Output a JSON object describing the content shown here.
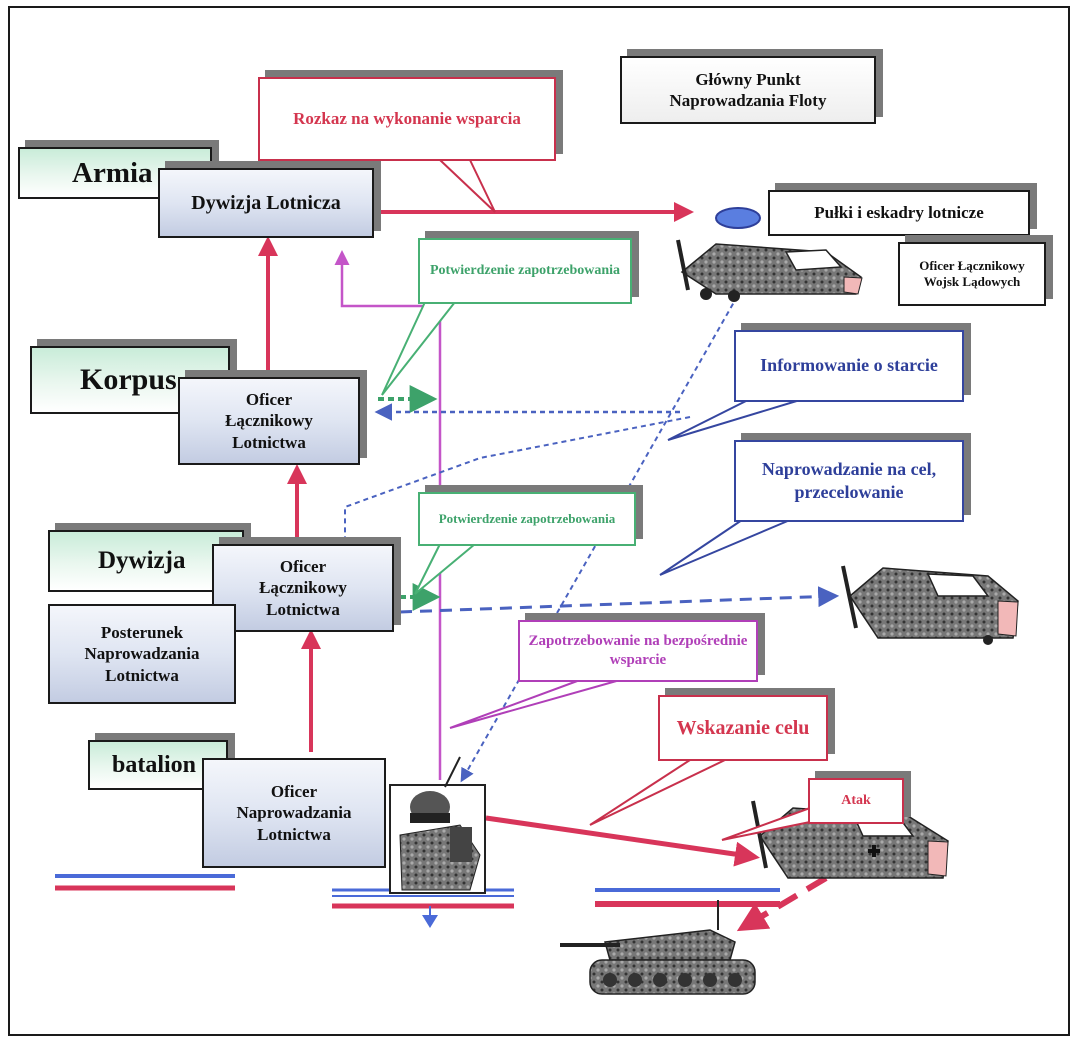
{
  "boxes": {
    "armia": "Armia",
    "dywizja_lotnicza": "Dywizja Lotnicza",
    "korpus": "Korpus",
    "oficer_lacznikowy_korpus": "Oficer Łącznikowy Lotnictwa",
    "dywizja": "Dywizja",
    "oficer_lacznikowy_dywizja": "Oficer Łącznikowy Lotnictwa",
    "posterunek": "Posterunek Naprowadzania Lotnictwa",
    "batalion": "batalion",
    "oficer_naprowadzania": "Oficer Naprowadzania Lotnictwa",
    "glowny_punkt": "Główny Punkt Naprowadzania Floty",
    "pulki": "Pułki i eskadry lotnicze",
    "oficer_wojsk_ladowych": "Oficer Łącznikowy Wojsk Lądowych"
  },
  "callouts": {
    "rozkaz": "Rozkaz na wykonanie wsparcia",
    "potwierdzenie_1": "Potwierdzenie zapotrzebowania",
    "potwierdzenie_2": "Potwierdzenie zapotrzebowania",
    "informowanie": "Informowanie o starcie",
    "naprowadzanie": "Naprowadzanie na cel, przecelowanie",
    "zapotrzebowanie": "Zapotrzebowanie na bezpośrednie wsparcie",
    "wskazanie": "Wskazanie celu",
    "atak": "Atak"
  },
  "colors": {
    "command_red": "#d8355a",
    "request_pink": "#c455c8",
    "confirm_green": "#3da26a",
    "info_blue": "#4a62c0",
    "front_blue": "#4a6ad8",
    "box_teal": "#c9ecd9",
    "box_blue": "#c3cce2"
  },
  "icons": [
    "soldier-icon",
    "aircraft-icon",
    "tank-icon",
    "radar-dish-icon"
  ]
}
